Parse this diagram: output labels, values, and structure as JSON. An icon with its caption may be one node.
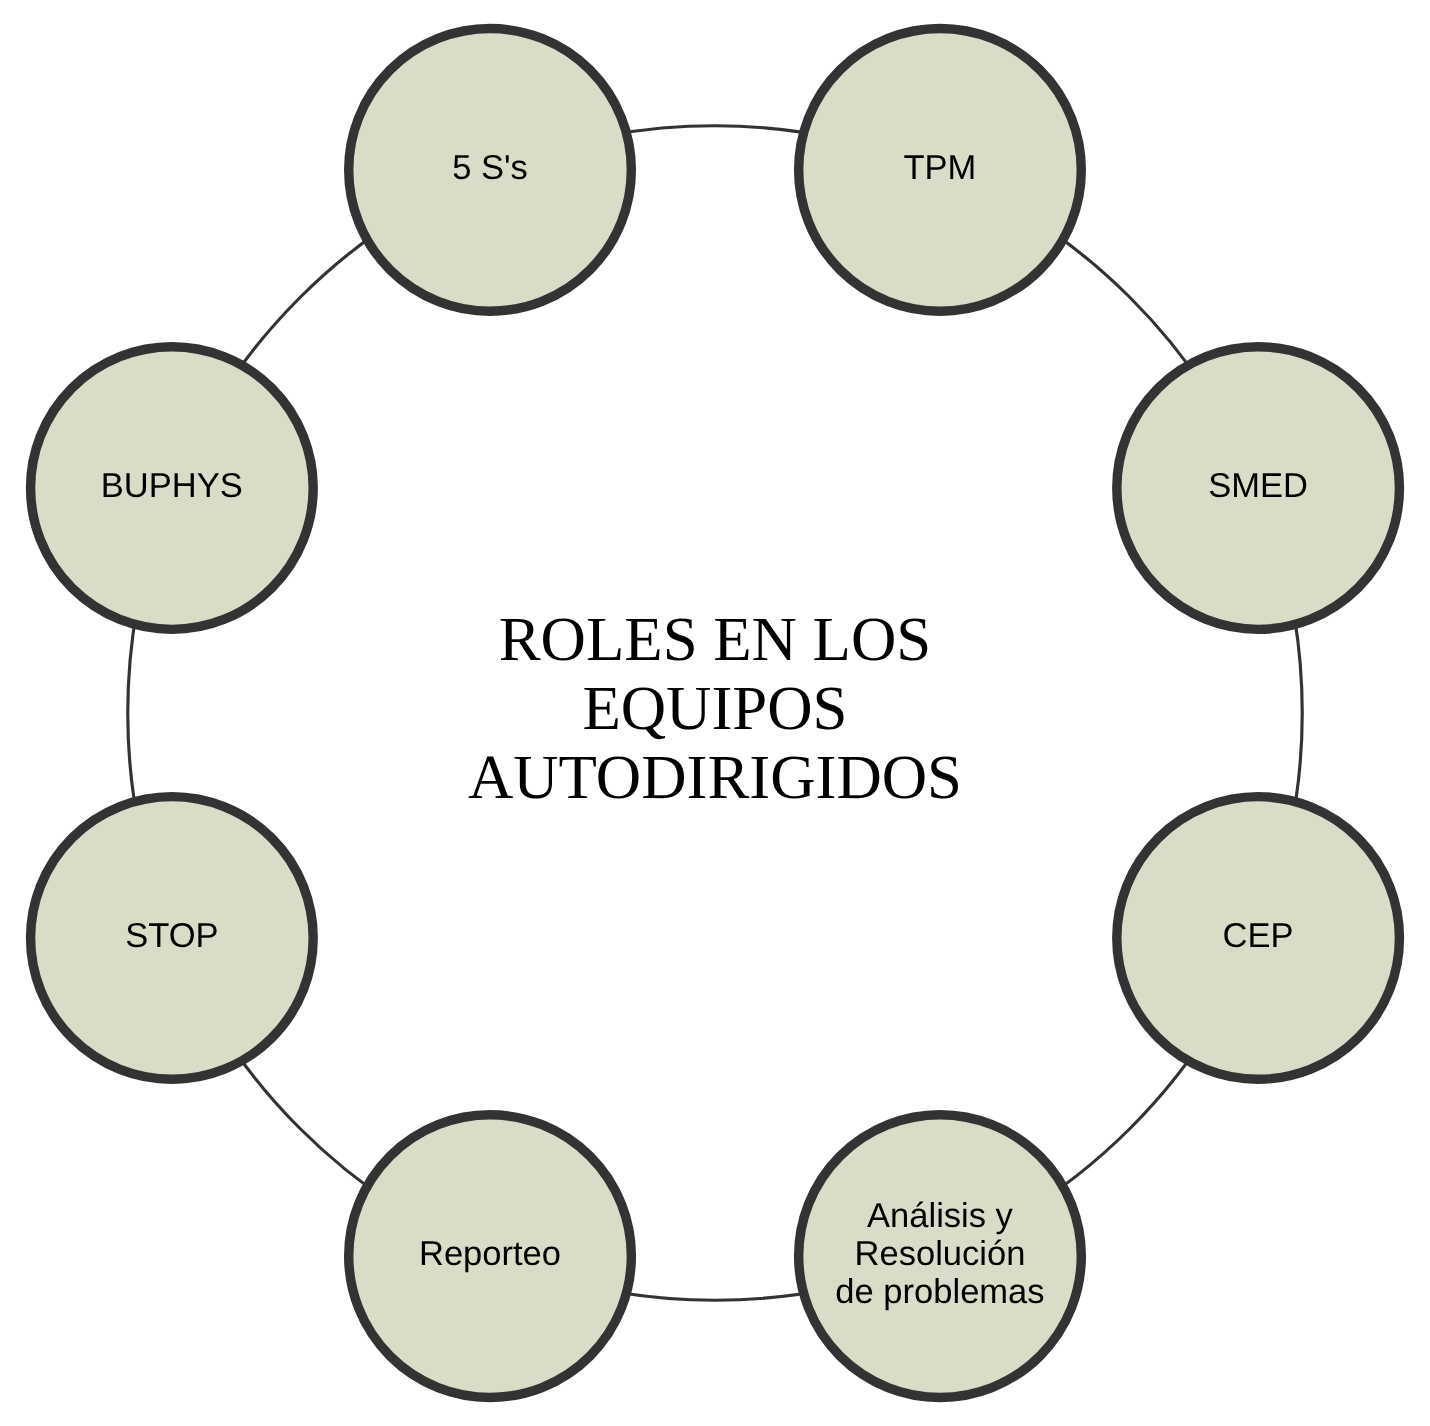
{
  "diagram": {
    "nodes": [
      {
        "text": [
          "ROLES EN LOS EQUIPOS AUTODIRIGIDOS"
        ]
      },
      {
        "text": [
          "SMED"
        ]
      },
      {
        "text": [
          "TPM"
        ]
      },
      {
        "text": [
          "5 S's"
        ]
      },
      {
        "text": [
          "BUPHYS"
        ]
      },
      {
        "text": [
          "STOP"
        ]
      },
      {
        "text": [
          "Reporteo"
        ]
      },
      {
        "text": [
          "Análisis y Resolución de problemas"
        ]
      },
      {
        "text": [
          "CEP"
        ]
      }
    ]
  }
}
